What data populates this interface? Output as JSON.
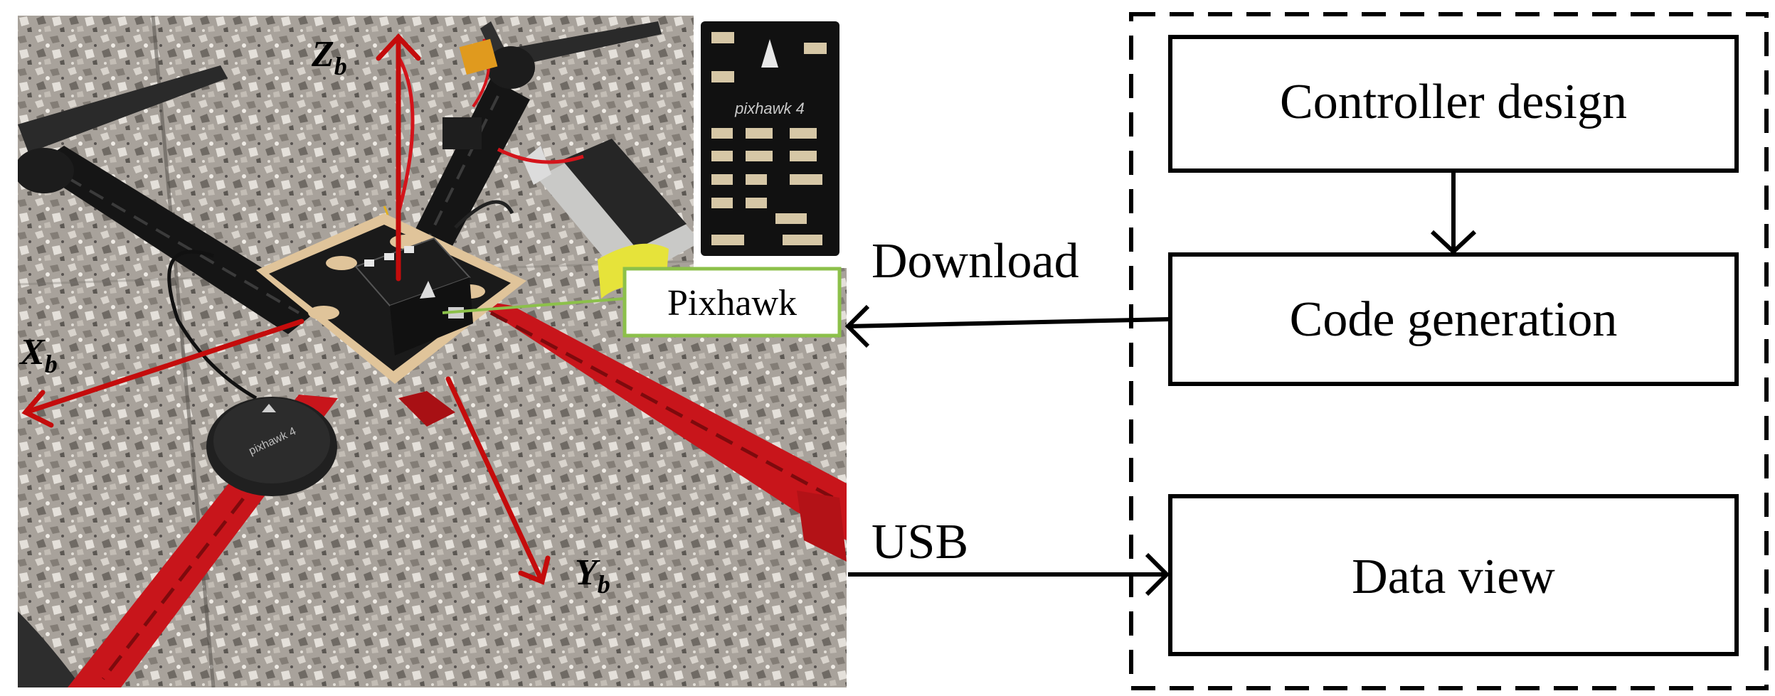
{
  "photo": {
    "axes": {
      "z": {
        "main": "Z",
        "sub": "b"
      },
      "x": {
        "main": "X",
        "sub": "b"
      },
      "y": {
        "main": "Y",
        "sub": "b"
      }
    },
    "controller_callout": "Pixhawk",
    "board_print": "pixhawk 4",
    "gps_print": "pixhawk 4",
    "colors": {
      "axis_arrow": "#c40c0c",
      "frame_arm": "#c8151b",
      "frame_black": "#151515",
      "floor": "#a59f98",
      "callout_border": "#8cc04a"
    }
  },
  "workflow": {
    "blocks": {
      "controller_design": "Controller design",
      "code_generation": "Code generation",
      "data_view": "Data view"
    },
    "links": {
      "download": "Download",
      "usb": "USB"
    }
  }
}
